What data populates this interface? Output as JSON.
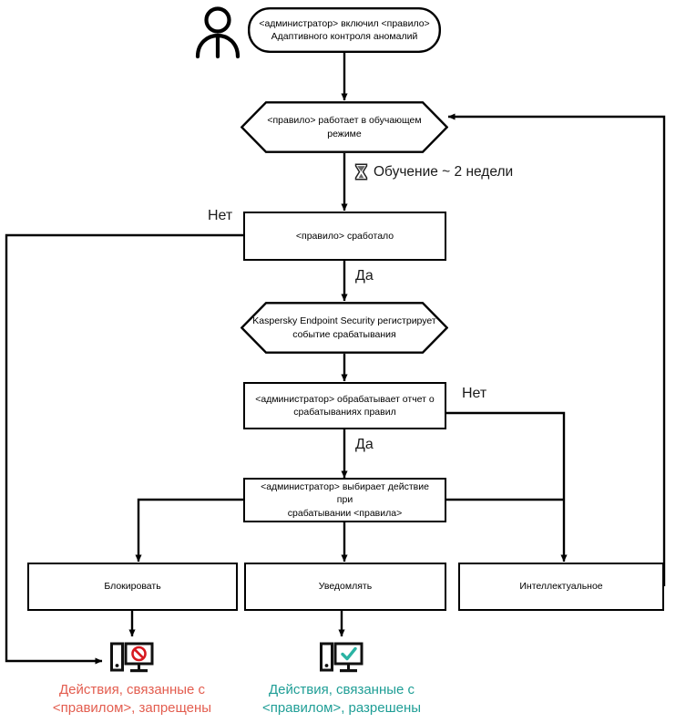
{
  "diagram": {
    "title": "Adaptive Anomaly Control rule workflow",
    "actor_icon": "person-icon",
    "nodes": {
      "start": {
        "shape": "capsule",
        "text_line1": "<администратор> включил <правило>",
        "text_line2": "Адаптивного контроля аномалий"
      },
      "learning_mode": {
        "shape": "hexagon",
        "text_line1": "<правило>  работает в обучающем",
        "text_line2": "режиме"
      },
      "rule_triggered": {
        "shape": "rect",
        "text": "<правило> сработало"
      },
      "kes_registers": {
        "shape": "hexagon",
        "text_line1": "Kaspersky Endpoint Security регистрирует",
        "text_line2": "событие срабатывания"
      },
      "admin_processes_report": {
        "shape": "rect",
        "text_line1": "<администратор> обрабатывает отчет о",
        "text_line2": "срабатываниях правил"
      },
      "admin_selects_action": {
        "shape": "rect",
        "text_line1": "<администратор> выбирает действие при",
        "text_line2": "срабатывании <правила>"
      },
      "action_block": {
        "shape": "rect",
        "text": "Блокировать"
      },
      "action_notify": {
        "shape": "rect",
        "text": "Уведомлять"
      },
      "action_smart": {
        "shape": "rect",
        "text": "Интеллектуальное"
      }
    },
    "edge_labels": {
      "no_from_trigger": "Нет",
      "yes_from_trigger": "Да",
      "no_from_report": "Нет",
      "yes_from_report": "Да"
    },
    "annotations": {
      "training": {
        "icon": "hourglass-icon",
        "text": "Обучение ~ 2 недели"
      }
    },
    "outcomes": {
      "denied": {
        "icon": "computer-blocked-icon",
        "line1": "Действия, связанные с",
        "line2": "<правилом>, запрещены",
        "color": "#e35d4f"
      },
      "allowed": {
        "icon": "computer-allowed-icon",
        "line1": "Действия, связанные с",
        "line2": "<правилом>, разрешены",
        "color": "#1f9e96"
      }
    },
    "colors": {
      "stroke": "#000000",
      "text": "#000000",
      "denied": "#e35d4f",
      "allowed": "#1f9e96",
      "background": "#ffffff"
    }
  }
}
